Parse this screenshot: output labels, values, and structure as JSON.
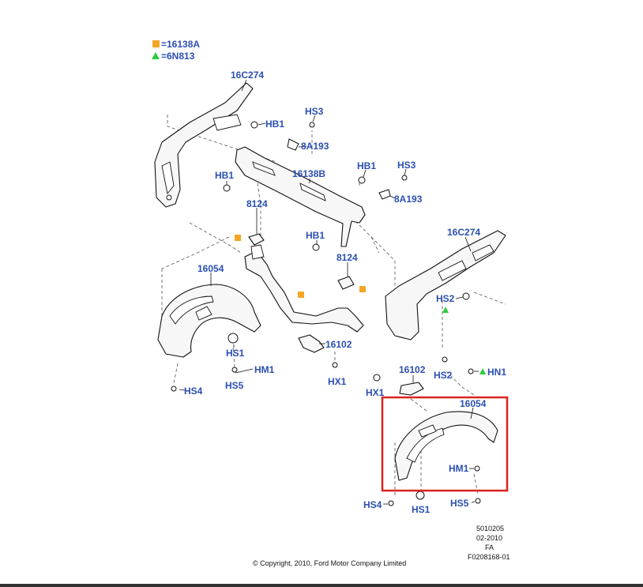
{
  "legend": [
    {
      "symbol": "square",
      "color": "#f5a623",
      "text": "=16138A"
    },
    {
      "symbol": "triangle",
      "color": "#2ecc40",
      "text": "=6N813"
    }
  ],
  "labels": {
    "l_16c274_top": "16C274",
    "l_hb1_a": "HB1",
    "l_hs3_a": "HS3",
    "l_8a193_a": "8A193",
    "l_hb1_b": "HB1",
    "l_16138b": "16138B",
    "l_hb1_c": "HB1",
    "l_hs3_b": "HS3",
    "l_8a193_b": "8A193",
    "l_8124_a": "8124",
    "l_hb1_d": "HB1",
    "l_8124_b": "8124",
    "l_16c274_right": "16C274",
    "l_16054_left": "16054",
    "l_hs2_a": "HS2",
    "l_16102_a": "16102",
    "l_hs1_a": "HS1",
    "l_hm1_a": "HM1",
    "l_hs5_a": "HS5",
    "l_hx1_a": "HX1",
    "l_16102_b": "16102",
    "l_hs2_b": "HS2",
    "l_hn1": "HN1",
    "l_hx1_b": "HX1",
    "l_hs4_a": "HS4",
    "l_16054_right": "16054",
    "l_hm1_b": "HM1",
    "l_hs4_b": "HS4",
    "l_hs1_b": "HS1",
    "l_hs5_b": "HS5"
  },
  "footer": {
    "code1": "5010205",
    "code2": "02-2010",
    "code3": "FA",
    "code4": "F0208168-01",
    "copyright": "© Copyright, 2010, Ford Motor Company Limited"
  },
  "highlight_color": "#d9231f"
}
